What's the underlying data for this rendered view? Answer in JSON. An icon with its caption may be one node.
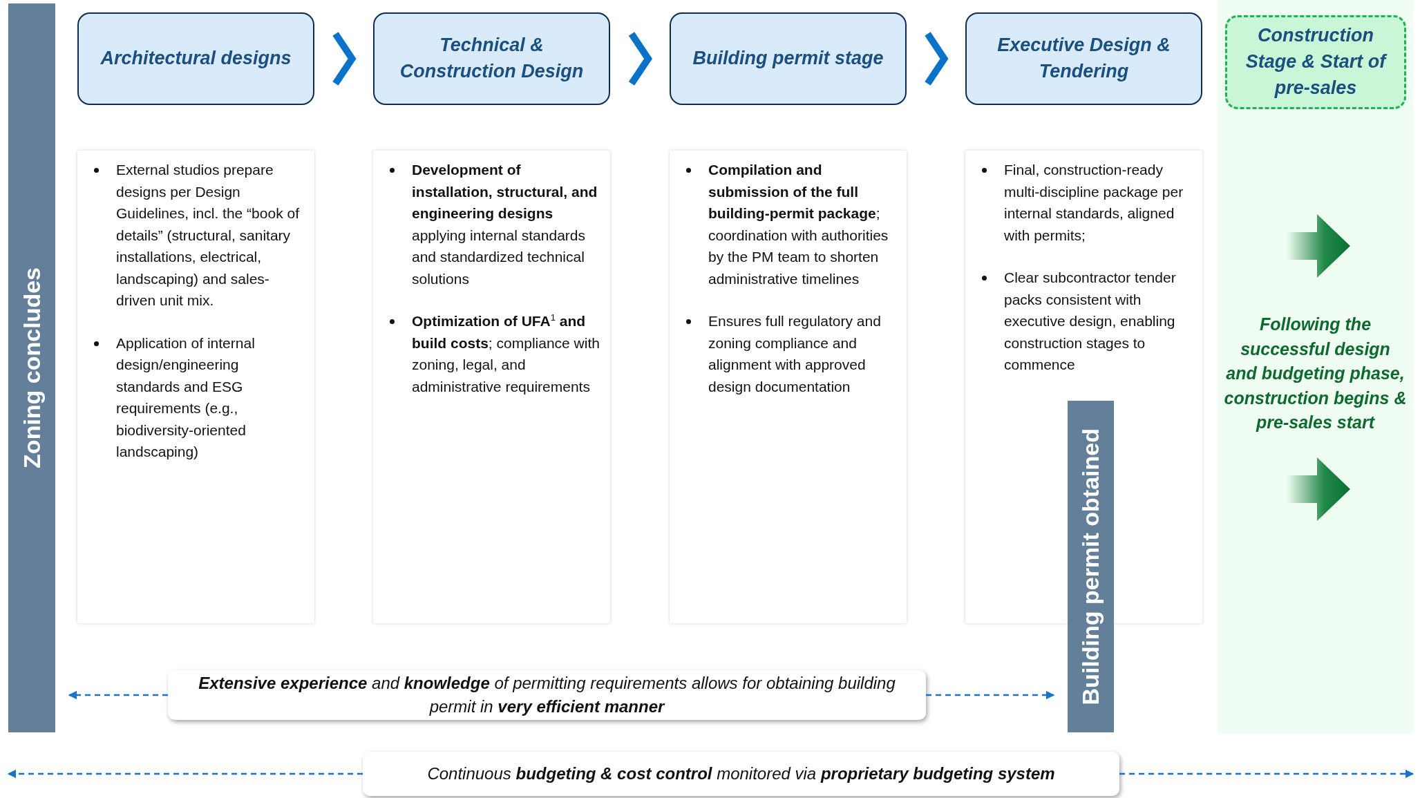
{
  "diagram": {
    "nodes": [
      {
        "text": [
          "Zoning concludes"
        ]
      },
      {
        "text": [
          "Architectural designs"
        ]
      },
      {
        "text": [
          "Technical & Construction Design"
        ]
      },
      {
        "text": [
          "Building permit stage"
        ]
      },
      {
        "text": [
          "Executive Design & Tendering"
        ]
      },
      {
        "text": [
          "Following the successful design and budgeting phase, construction begins & pre-sales start"
        ]
      },
      {
        "text": [
          "Construction Stage & Start of pre-sales"
        ],
        "in": 5
      },
      {
        "text": [
          "External studios prepare designs per Design Guidelines, incl. the “book of details” (structural, sanitary installations, electrical, landscaping) and sales-driven unit mix.",
          "Application of internal design/engineering standards and ESG requirements (e.g., biodiversity-oriented landscaping)"
        ]
      },
      {
        "text": [
          "**Development of installation, structural, and engineering designs** applying internal standards and standardized technical solutions",
          "**Optimization of UFA**$^{1}$ **and build costs**; compliance with zoning, legal, and administrative requirements"
        ]
      },
      {
        "text": [
          "**Compilation and submission of the full building-permit package**; coordination with authorities by the PM team to shorten administrative timelines",
          "Ensures full regulatory and zoning compliance and alignment with approved design documentation"
        ]
      },
      {
        "text": [
          "Final, construction-ready multi-discipline package per internal standards, aligned with permits;",
          "Clear subcontractor tender packs consistent with executive design, enabling construction stages to commence"
        ]
      },
      {
        "text": [
          "Building permit obtained"
        ]
      },
      {
        "text": [
          "**Extensive experience** and **knowledge** of permitting requirements allows for obtaining building permit in **very efficient manner**"
        ]
      },
      {
        "text": [
          "Continuous **budgeting & cost control** monitored via **proprietary budgeting system**"
        ]
      }
    ],
    "edges": [
      {
        "from": 1,
        "to": 2,
        "arrow": "to",
        "style": "thick"
      },
      {
        "from": 2,
        "to": 3,
        "arrow": "to",
        "style": "thick"
      },
      {
        "from": 3,
        "to": 4,
        "arrow": "to",
        "style": "thick"
      },
      {
        "from": 12,
        "to": 0,
        "arrow": "to",
        "style": "dashed"
      },
      {
        "from": 12,
        "to": 11,
        "arrow": "to",
        "style": "dashed"
      },
      {
        "from": 13,
        "to": null,
        "arrow": "to",
        "style": "dashed"
      },
      {
        "from": 13,
        "to": null,
        "arrow": "to",
        "style": "dashed"
      }
    ]
  }
}
